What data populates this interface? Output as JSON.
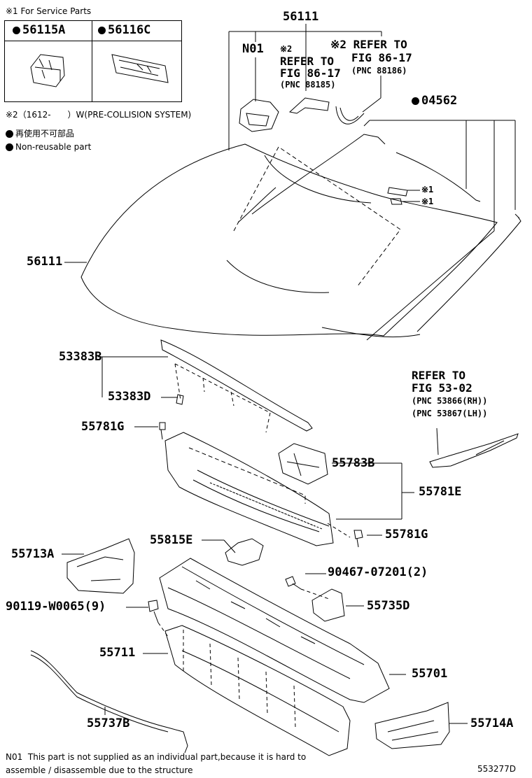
{
  "notes": {
    "service_parts": "※1 For Service Parts",
    "collision": "※2（1612-　　）W(PRE-COLLISION SYSTEM)",
    "nonreusable_jp": "再使用不可部品",
    "nonreusable_en": "Non-reusable part",
    "n01_code": "N01",
    "n01_text_1": "This part is not supplied as an individual part,because it is hard to",
    "n01_text_2": "assemble / disassemble due to the structure",
    "diagram_id": "553277D"
  },
  "service_box": {
    "left_part": "56115A",
    "right_part": "56116C"
  },
  "refs": {
    "ref1": [
      "※2",
      "REFER TO",
      "FIG 86-17",
      "(PNC 88185)"
    ],
    "ref2": [
      "※2 REFER TO",
      "FIG 86-17",
      "(PNC 88186)"
    ],
    "ref3": [
      "REFER TO",
      "FIG 53-02",
      "(PNC 53866(RH))",
      "(PNC 53867(LH))"
    ]
  },
  "parts": {
    "p56111_top": "56111",
    "n01": "N01",
    "p04562": "04562",
    "mark1a": "※1",
    "mark1b": "※1",
    "p56111": "56111",
    "p53383B": "53383B",
    "p53383D": "53383D",
    "p55781G_a": "55781G",
    "p55783B": "55783B",
    "p55781E": "55781E",
    "p55781G_b": "55781G",
    "p55815E": "55815E",
    "p55713A": "55713A",
    "p90467": "90467-07201(2)",
    "p90119": "90119-W0065(9)",
    "p55735D": "55735D",
    "p55711": "55711",
    "p55701": "55701",
    "p55737B": "55737B",
    "p55714A": "55714A"
  }
}
